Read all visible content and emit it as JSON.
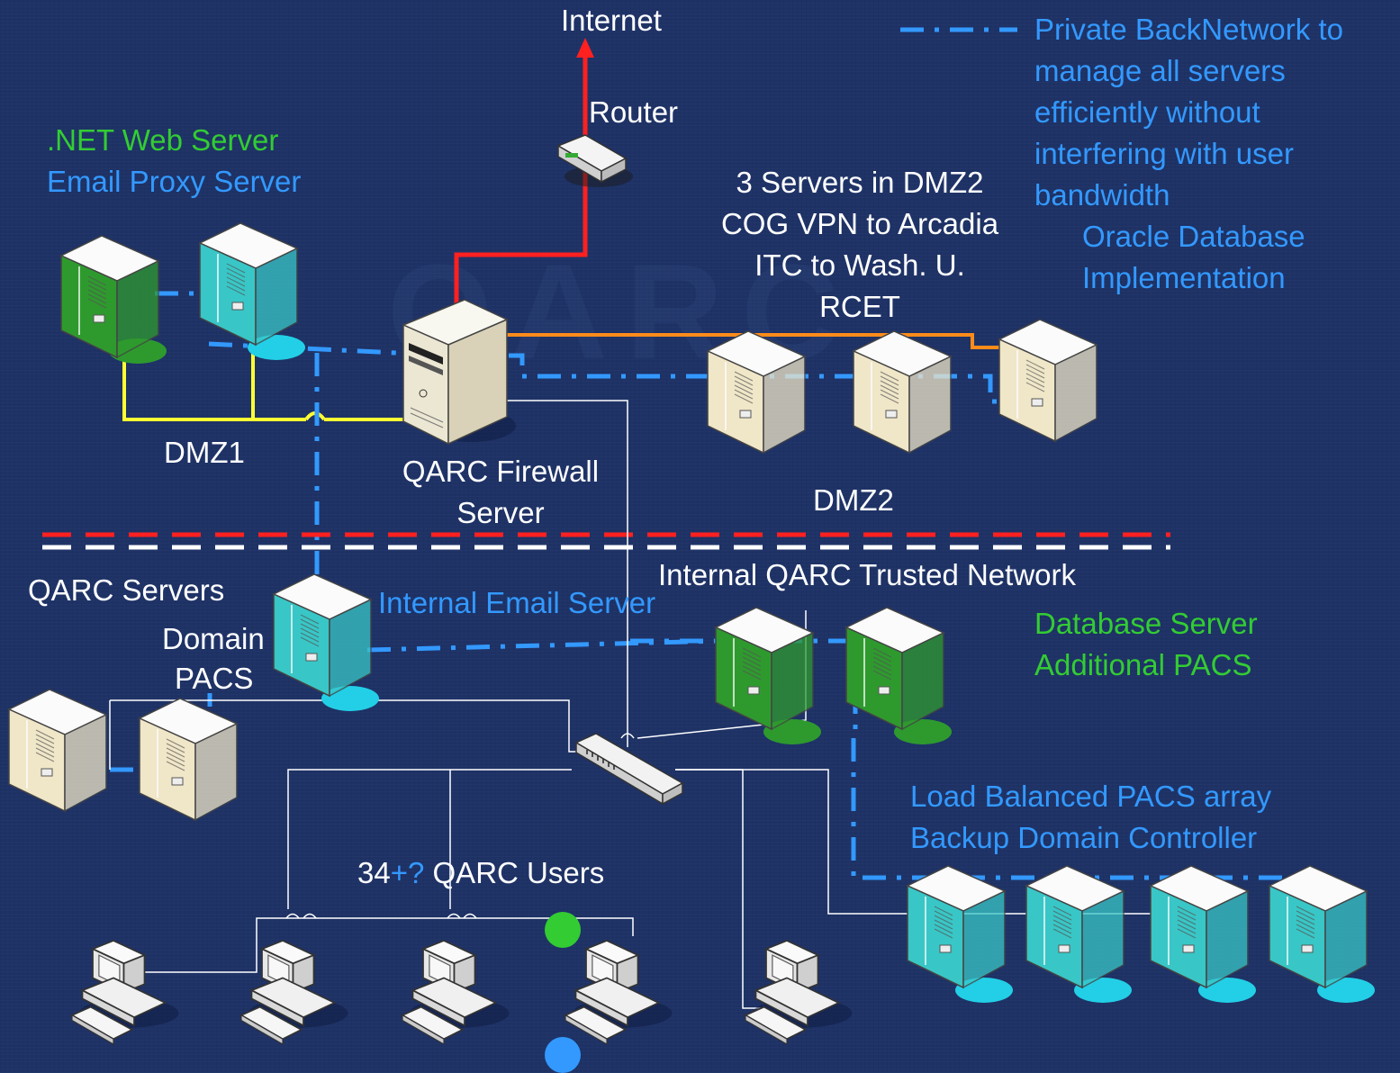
{
  "labels": {
    "internet": "Internet",
    "router": "Router",
    "net_web_server": ".NET Web Server",
    "email_proxy": "Email Proxy Server",
    "dmz2_line1": "3 Servers in DMZ2",
    "dmz2_line2": "COG VPN to Arcadia",
    "dmz2_line3": "ITC to Wash. U.",
    "dmz2_line4": "RCET",
    "legend_l1": "Private BackNetwork to",
    "legend_l2": "manage all servers",
    "legend_l3": "efficiently without",
    "legend_l4": "interfering with user",
    "legend_l5": "bandwidth",
    "oracle_l1": "Oracle Database",
    "oracle_l2": "Implementation",
    "dmz1": "DMZ1",
    "firewall_l1": "QARC Firewall",
    "firewall_l2": "Server",
    "dmz2": "DMZ2",
    "trusted": "Internal QARC Trusted Network",
    "qarc_servers": "QARC Servers",
    "domain": "Domain",
    "pacs": "PACS",
    "internal_email": "Internal Email Server",
    "db_server": "Database Server",
    "additional_pacs": "Additional PACS",
    "load_balanced": "Load Balanced PACS array",
    "backup_dc": "Backup Domain Controller",
    "users_count": "34",
    "users_plus": "+?",
    "users_label": " QARC Users"
  },
  "colors": {
    "background": "#1e3266",
    "internet_link": "#ff0000",
    "dmz1_link": "#ffff33",
    "dmz2_link": "#ff8c1a",
    "back_network": "#3399ff",
    "lan": "#ffffff",
    "green_text": "#33cc33",
    "blue_text": "#3399ff"
  }
}
